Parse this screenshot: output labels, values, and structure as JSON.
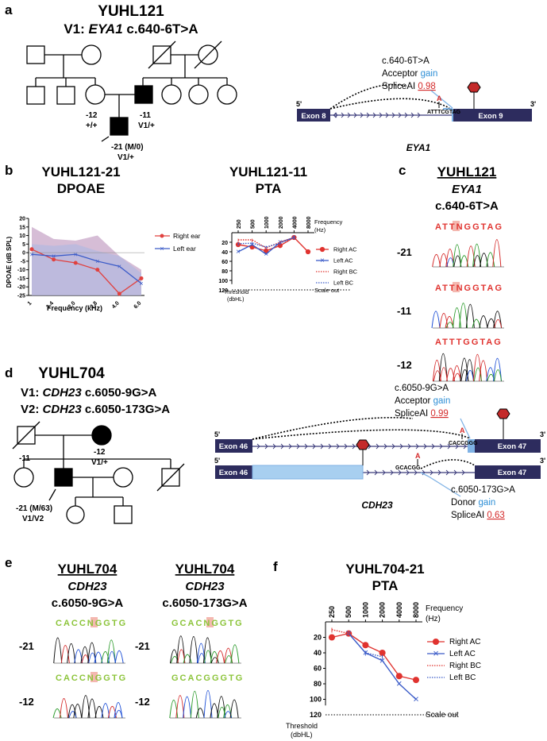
{
  "panel_letters": {
    "a": "a",
    "b": "b",
    "c": "c",
    "d": "d",
    "e": "e",
    "f": "f"
  },
  "panel_a": {
    "title": "YUHL121",
    "variant_prefix": "V1: ",
    "variant_gene": "EYA1",
    "variant_change": " c.640-6T>A",
    "label_m12": "-12",
    "label_m12_geno": "+/+",
    "label_m11": "-11",
    "label_m11_geno": "V1/+",
    "label_m21": "-21 (M/0)",
    "label_m21_geno": "V1/+",
    "variant_label": "c.640-6T>A",
    "effect_word": "Acceptor",
    "effect_type": "gain",
    "spliceai_label": "SpliceAI",
    "spliceai_score": "0.98",
    "exon_left": "Exon 8",
    "exon_right": "Exon 9",
    "seq": "ATTTCGTAG",
    "alt_base": "A",
    "five_prime": "5'",
    "three_prime": "3'",
    "gene": "EYA1"
  },
  "panel_b": {
    "title1": "YUHL121-21",
    "title2": "DPOAE",
    "title3": "YUHL121-11",
    "title4": "PTA",
    "ylabel": "DPOAE (dB SPL)",
    "xlabel": "Frequency (kHz)",
    "legend_right": "Right ear",
    "legend_left": "Left ear",
    "pta_freq_label1": "Frequency",
    "pta_freq_label2": "(Hz)",
    "pta_legend": [
      "Right AC",
      "Left AC",
      "Right BC",
      "Left BC"
    ],
    "threshold1": "Threshold",
    "threshold2": "(dbHL)",
    "scale_out": "Scale out"
  },
  "panel_c": {
    "title": "YUHL121",
    "gene": "EYA1",
    "variant": "c.640-6T>A",
    "seq1_pre": "ATT",
    "seq1_mid": "N",
    "seq1_post": "GGTAG",
    "seq2_pre": "ATT",
    "seq2_mid": "N",
    "seq2_post": "GGTAG",
    "seq3": "ATTTGGTAG",
    "ids": [
      "-21",
      "-11",
      "-12"
    ]
  },
  "panel_d": {
    "title": "YUHL704",
    "v1_prefix": "V1: ",
    "v1_gene": "CDH23",
    "v1_change": " c.6050-9G>A",
    "v2_prefix": "V2: ",
    "v2_gene": "CDH23",
    "v2_change": " c.6050-173G>A",
    "label_m11": "-11",
    "label_m12": "-12",
    "label_m12_geno": "V1/+",
    "label_m21": "-21 (M/63)",
    "label_m21_geno": "V1/V2",
    "var1_label": "c.6050-9G>A",
    "var1_effect": "Acceptor",
    "var1_type": "gain",
    "spliceai_label": "SpliceAI",
    "var1_score": "0.99",
    "var1_seq": "CACCGGG",
    "var2_seq": "GCACGG",
    "alt_base": "A",
    "var2_label": "c.6050-173G>A",
    "var2_effect": "Donor",
    "var2_type": "gain",
    "var2_score": "0.63",
    "exon_left": "Exon 46",
    "exon_right": "Exon 47",
    "five_prime": "5'",
    "three_prime": "3'",
    "gene": "CDH23"
  },
  "panel_e": {
    "title": "YUHL704",
    "gene": "CDH23",
    "var1": "c.6050-9G>A",
    "var2": "c.6050-173G>A",
    "s1_pre": "CACC",
    "s1_mid": "N",
    "s1_post": "GGTG",
    "s2_pre": "CACC",
    "s2_mid": "N",
    "s2_post": "GGTG",
    "s3_pre": "GCAC",
    "s3_mid": "N",
    "s3_post": "GGTG",
    "s4": "GCACGGGTG",
    "ids": [
      "-21",
      "-12",
      "-21",
      "-12"
    ]
  },
  "panel_f": {
    "title1": "YUHL704-21",
    "title2": "PTA",
    "freq_label1": "Frequency",
    "freq_label2": "(Hz)",
    "legend": [
      "Right AC",
      "Left AC",
      "Right BC",
      "Left BC"
    ],
    "threshold1": "Threshold",
    "threshold2": "(dbHL)",
    "scale_out": "Scale out"
  },
  "chart_data": [
    {
      "type": "area",
      "title": "DPOAE",
      "xlabel": "Frequency (kHz)",
      "ylabel": "DPOAE (dB SPL)",
      "categories": [
        "1",
        "1.4",
        "2.0",
        "2.8",
        "4.0",
        "6.0"
      ],
      "ylim": [
        -25,
        20
      ],
      "yticks": [
        "20",
        "15",
        "10",
        "5",
        "0",
        "-5",
        "-10",
        "-15",
        "-20",
        "-25"
      ],
      "series": [
        {
          "name": "Right ear",
          "values": [
            2,
            -4,
            -6,
            -10,
            -24,
            -15
          ],
          "color": "#e0413f"
        },
        {
          "name": "Left ear",
          "values": [
            -1,
            -2,
            -1,
            -5,
            -8,
            -18
          ],
          "color": "#3b5bc8"
        }
      ],
      "noise_floor_upper": [
        15,
        8,
        7,
        10,
        -2,
        -10
      ],
      "legend": "right"
    },
    {
      "type": "line",
      "title": "PTA",
      "x": [
        "250",
        "500",
        "1000",
        "2000",
        "4000",
        "8000"
      ],
      "ylim": [
        0,
        120
      ],
      "yticks": [
        "20",
        "40",
        "60",
        "80",
        "100",
        "120"
      ],
      "series": [
        {
          "name": "Right AC",
          "values": [
            25,
            30,
            38,
            27,
            10,
            40
          ]
        },
        {
          "name": "Left AC",
          "values": [
            40,
            25,
            45,
            20,
            10,
            null
          ]
        },
        {
          "name": "Right BC",
          "values": [
            15,
            15,
            32,
            20,
            10,
            null
          ]
        },
        {
          "name": "Left BC",
          "values": [
            23,
            22,
            30,
            22,
            10,
            null
          ]
        }
      ]
    },
    {
      "type": "line",
      "title": "PTA",
      "x": [
        "250",
        "500",
        "1000",
        "2000",
        "4000",
        "8000"
      ],
      "ylim": [
        0,
        120
      ],
      "yticks": [
        "20",
        "40",
        "60",
        "80",
        "100",
        "120"
      ],
      "series": [
        {
          "name": "Right AC",
          "values": [
            20,
            15,
            30,
            40,
            70,
            75
          ]
        },
        {
          "name": "Left AC",
          "values": [
            null,
            15,
            40,
            50,
            80,
            100
          ]
        },
        {
          "name": "Right BC",
          "values": [
            10,
            15,
            null,
            null,
            null,
            null
          ]
        },
        {
          "name": "Left BC",
          "values": [
            null,
            null,
            40,
            45,
            null,
            null
          ]
        }
      ]
    }
  ]
}
